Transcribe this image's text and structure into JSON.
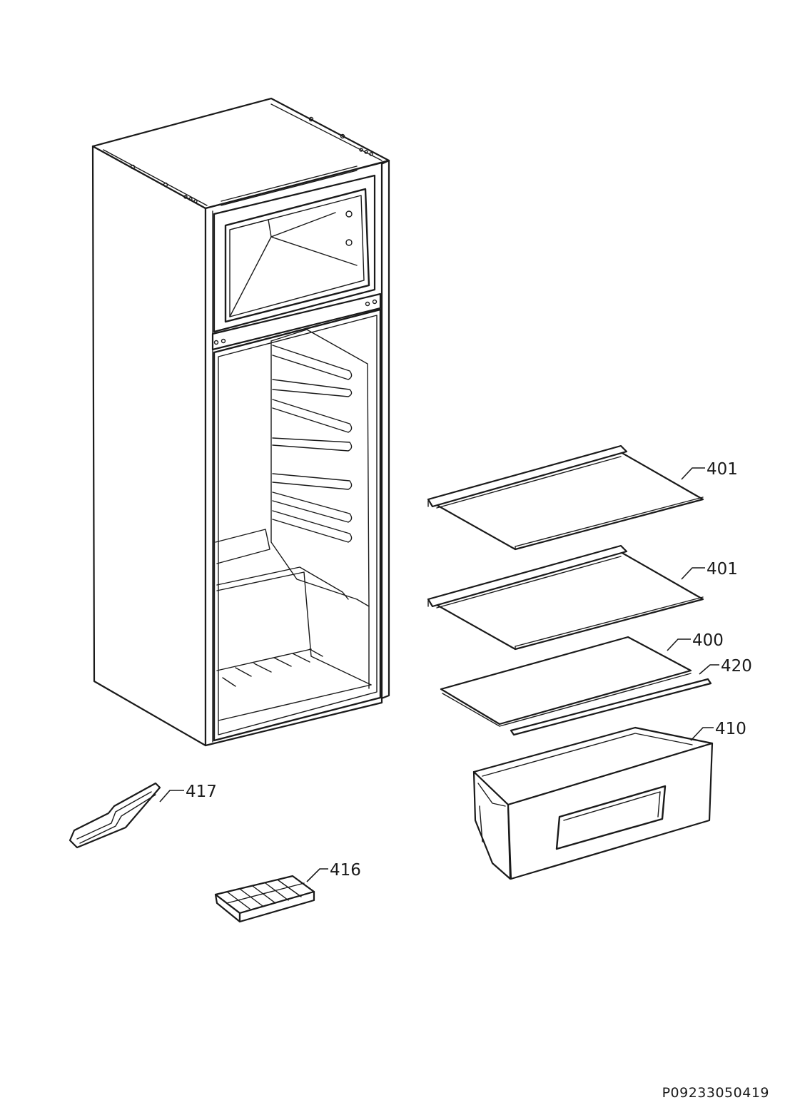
{
  "callouts": {
    "shelf_upper": "401",
    "shelf_middle": "401",
    "glass_cover": "400",
    "cover_strip": "420",
    "crisper_drawer": "410",
    "ice_scraper": "417",
    "ice_tray": "416"
  },
  "drawing_reference": "P09233050419"
}
